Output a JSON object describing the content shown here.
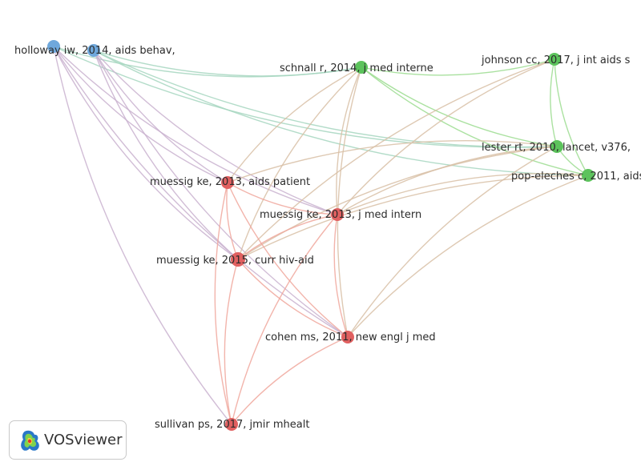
{
  "colors": {
    "blue": "#6fa8dc",
    "green": "#5cc35c",
    "red": "#e06060",
    "link_blue": "#9cc0e4",
    "link_green": "#9bdc8f",
    "link_red": "#f0a79c",
    "link_mixed": "#d8bfa6"
  },
  "nodes": [
    {
      "id": "a",
      "label": "",
      "cluster": "blue"
    },
    {
      "id": "b",
      "label": "holloway iw, 2014, aids behav,",
      "cluster": "blue"
    },
    {
      "id": "c",
      "label": "schnall r, 2014, j med interne",
      "cluster": "green"
    },
    {
      "id": "d",
      "label": "johnson cc, 2017, j int aids s",
      "cluster": "green"
    },
    {
      "id": "e",
      "label": "lester rt, 2010, lancet, v376,",
      "cluster": "green"
    },
    {
      "id": "f",
      "label": "pop-eleches c, 2011, aids,",
      "cluster": "green"
    },
    {
      "id": "g",
      "label": "muessig ke, 2013, aids patient",
      "cluster": "red"
    },
    {
      "id": "h",
      "label": "muessig ke, 2013, j med intern",
      "cluster": "red"
    },
    {
      "id": "i",
      "label": "muessig ke, 2015, curr hiv-aid",
      "cluster": "red"
    },
    {
      "id": "j",
      "label": "cohen ms, 2011, new engl j med",
      "cluster": "red"
    },
    {
      "id": "k",
      "label": "sullivan ps, 2017, jmir mhealt",
      "cluster": "red"
    }
  ],
  "links": [
    [
      "a",
      "g"
    ],
    [
      "a",
      "i"
    ],
    [
      "a",
      "h"
    ],
    [
      "a",
      "j"
    ],
    [
      "a",
      "k"
    ],
    [
      "a",
      "c"
    ],
    [
      "a",
      "e"
    ],
    [
      "b",
      "g"
    ],
    [
      "b",
      "i"
    ],
    [
      "b",
      "h"
    ],
    [
      "b",
      "c"
    ],
    [
      "b",
      "e"
    ],
    [
      "b",
      "f"
    ],
    [
      "b",
      "j"
    ],
    [
      "c",
      "d"
    ],
    [
      "c",
      "e"
    ],
    [
      "c",
      "f"
    ],
    [
      "c",
      "g"
    ],
    [
      "c",
      "i"
    ],
    [
      "c",
      "h"
    ],
    [
      "c",
      "j"
    ],
    [
      "d",
      "e"
    ],
    [
      "d",
      "f"
    ],
    [
      "d",
      "h"
    ],
    [
      "d",
      "i"
    ],
    [
      "e",
      "f"
    ],
    [
      "e",
      "g"
    ],
    [
      "e",
      "h"
    ],
    [
      "e",
      "i"
    ],
    [
      "e",
      "j"
    ],
    [
      "f",
      "h"
    ],
    [
      "f",
      "i"
    ],
    [
      "f",
      "j"
    ],
    [
      "g",
      "h"
    ],
    [
      "g",
      "i"
    ],
    [
      "g",
      "j"
    ],
    [
      "g",
      "k"
    ],
    [
      "h",
      "i"
    ],
    [
      "h",
      "j"
    ],
    [
      "h",
      "k"
    ],
    [
      "i",
      "j"
    ],
    [
      "i",
      "k"
    ],
    [
      "j",
      "k"
    ]
  ],
  "brand": {
    "name": "VOSviewer",
    "logo_icon": "vosviewer-logo-icon"
  }
}
